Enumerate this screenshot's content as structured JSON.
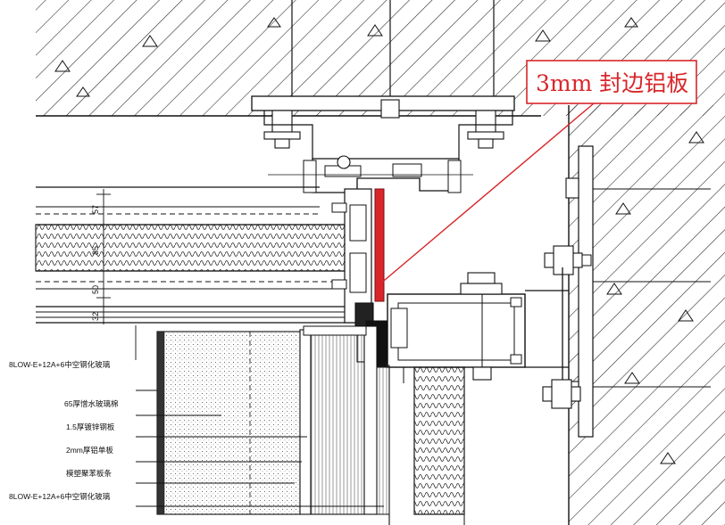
{
  "callout": {
    "text": "3mm 封边铝板",
    "color": "#d8262a"
  },
  "dimensions": [
    "57",
    "85",
    "50",
    "32"
  ],
  "labels": {
    "glass_top": "8LOW-E+12A+6中空钢化玻璃",
    "layer_1": "65厚憎水玻璃棉",
    "layer_2": "1.5厚镀锌钢板",
    "layer_3": "2mm厚铝单板",
    "layer_4": "模塑聚苯板条",
    "glass_bottom": "8LOW-E+12A+6中空钢化玻璃"
  },
  "colors": {
    "line": "#1a1a1a",
    "accent": "#d8262a"
  }
}
